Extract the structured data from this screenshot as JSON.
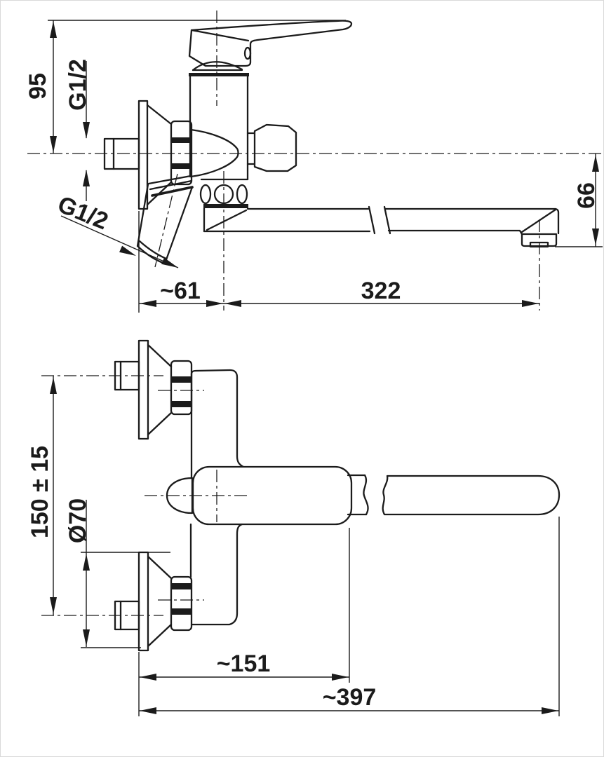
{
  "page": {
    "background": "#ffffff",
    "border_color": "#d9d9d9",
    "line_color": "#1b1b1b"
  },
  "dimensions": {
    "side_view": {
      "handle_height": "95",
      "inlet_thread": "G1/2",
      "shower_outlet_thread": "G1/2",
      "wall_to_spout_axis": "~61",
      "spout_axis_to_outlet": "322",
      "outlet_drop": "66"
    },
    "front_view": {
      "connection_spacing": "150 ± 15",
      "escutcheon_diameter": "Ø70",
      "wall_to_body_end": "~151",
      "overall_length": "~397"
    }
  }
}
